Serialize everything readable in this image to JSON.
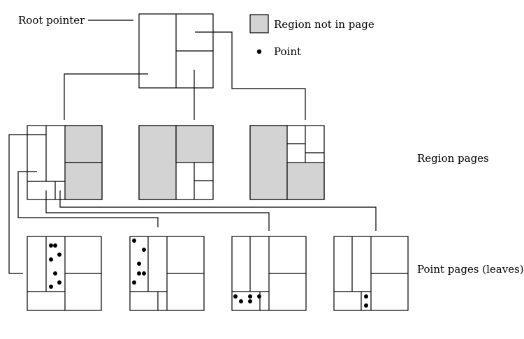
{
  "labels": {
    "root_pointer": "Root pointer",
    "region_pages": "Region pages",
    "point_pages": "Point pages (leaves)"
  },
  "legend": {
    "region_not_in_page": "Region not in page",
    "point": "Point"
  },
  "colors": {
    "shaded_region": "#d3d3d3",
    "stroke": "#000000",
    "background": "#ffffff"
  }
}
